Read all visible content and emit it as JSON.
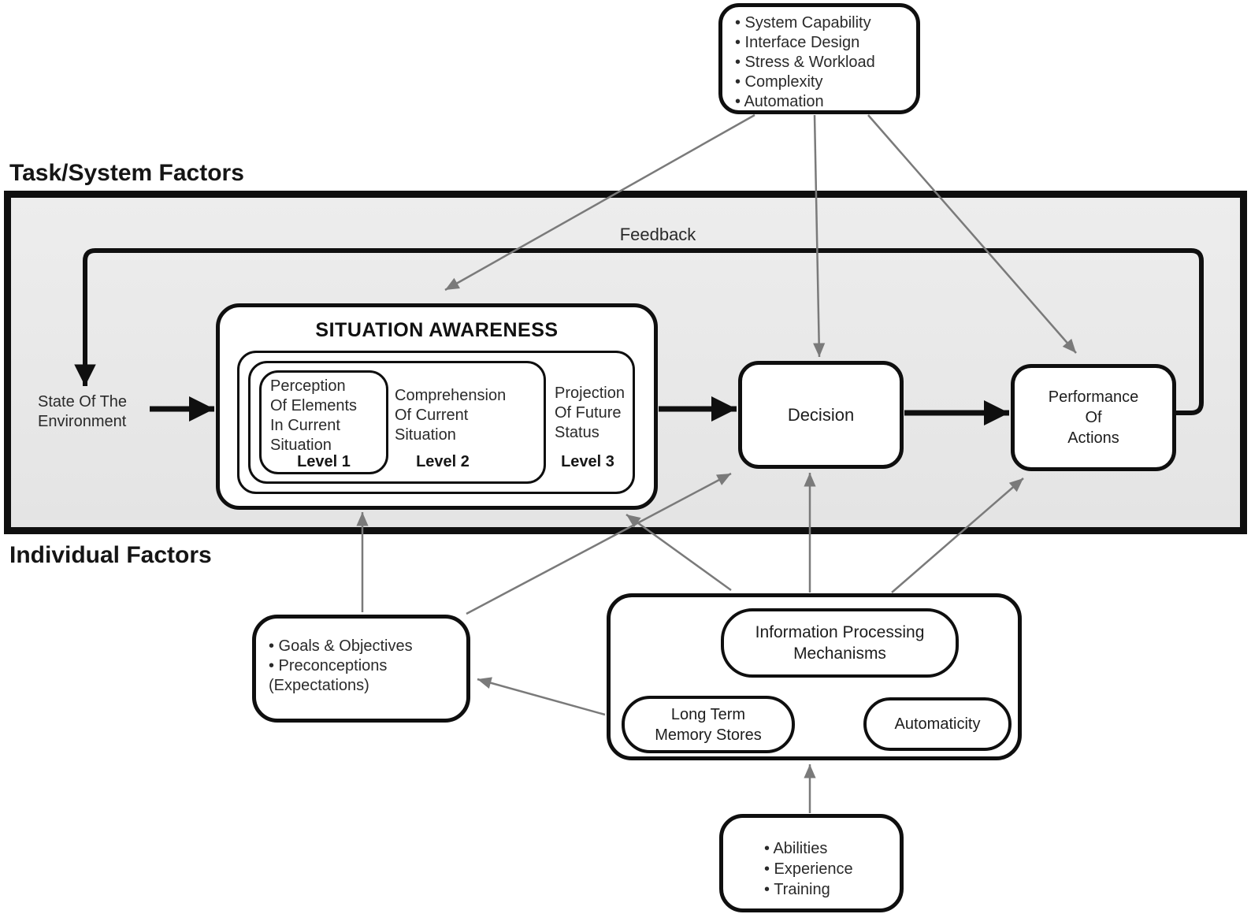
{
  "labels": {
    "task_system_factors": "Task/System Factors",
    "individual_factors": "Individual Factors",
    "feedback": "Feedback"
  },
  "top_factors": {
    "items": [
      "• System Capability",
      "• Interface Design",
      "• Stress & Workload",
      "• Complexity",
      "• Automation"
    ]
  },
  "state_of_environment": "State Of The\nEnvironment",
  "situation_awareness": {
    "title": "SITUATION AWARENESS",
    "level1": {
      "text": "Perception\nOf Elements\nIn Current\nSituation",
      "label": "Level 1"
    },
    "level2": {
      "text": "Comprehension\nOf Current\nSituation",
      "label": "Level 2"
    },
    "level3": {
      "text": "Projection\nOf Future\nStatus",
      "label": "Level 3"
    }
  },
  "decision": {
    "label": "Decision"
  },
  "performance": {
    "label": "Performance\nOf\nActions"
  },
  "goals": {
    "items": [
      "• Goals & Objectives",
      "• Preconceptions",
      "(Expectations)"
    ]
  },
  "individual_mechanisms": {
    "info_processing": "Information Processing\nMechanisms",
    "long_term_memory": "Long Term\nMemory Stores",
    "automaticity": "Automaticity"
  },
  "abilities": {
    "items": [
      "• Abilities",
      "• Experience",
      "• Training"
    ]
  },
  "colors": {
    "region_fill": "#e9e9e9",
    "border_black": "#0f0f0f",
    "arrow_gray": "#7a7a7a"
  }
}
